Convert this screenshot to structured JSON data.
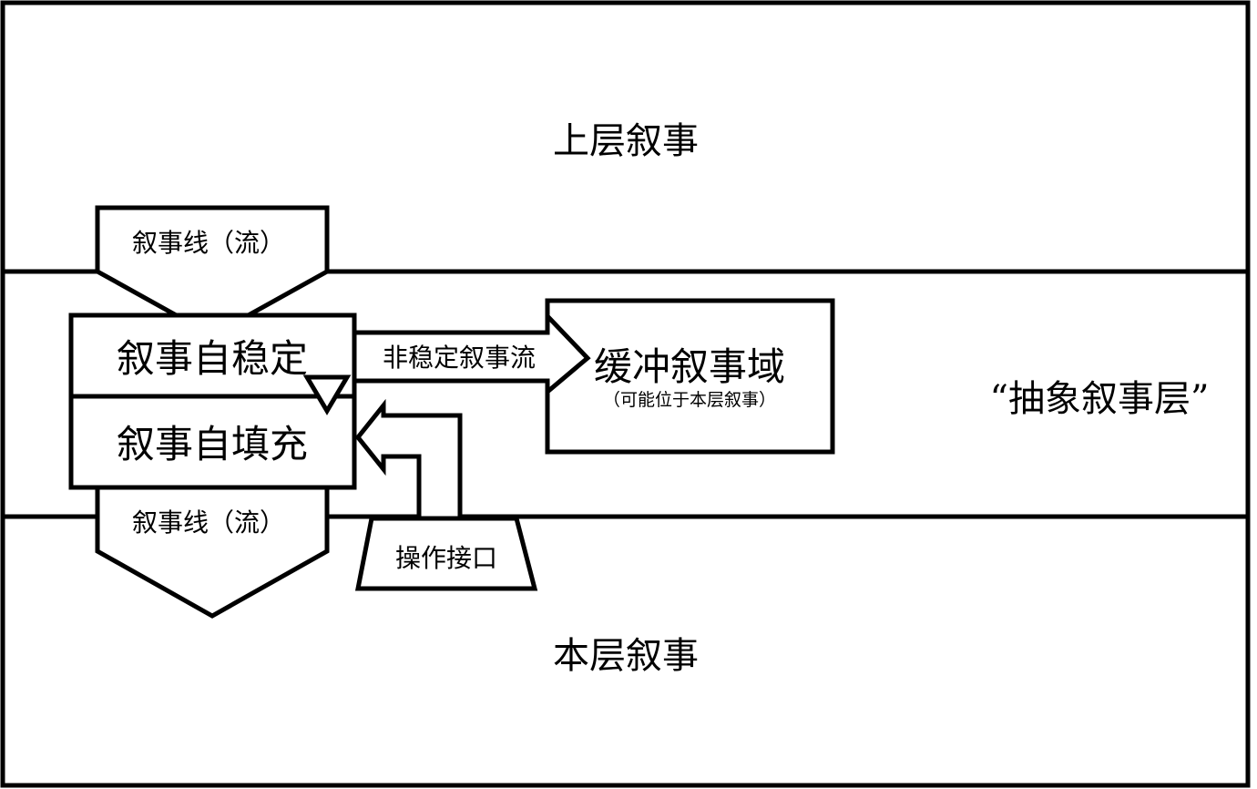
{
  "layers": {
    "upper": "上层叙事",
    "middle": "“抽象叙事层”",
    "lower": "本层叙事"
  },
  "narrative_line_top": "叙事线（流）",
  "narrative_line_bottom": "叙事线（流）",
  "self_stabilize": "叙事自稳定",
  "self_fill": "叙事自填充",
  "unstable_flow": "非稳定叙事流",
  "buffer_domain": {
    "title": "缓冲叙事域",
    "subtitle": "（可能位于本层叙事）"
  },
  "operation_interface": "操作接口"
}
